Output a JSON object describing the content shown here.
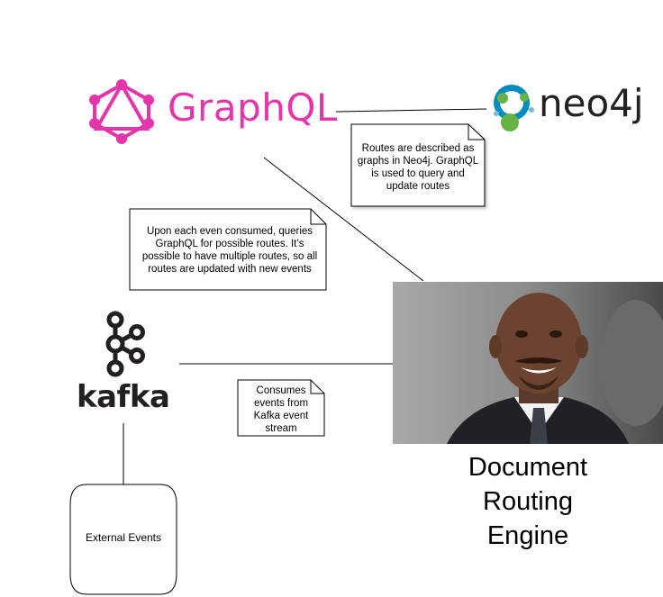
{
  "logos": {
    "graphql": "GraphQL",
    "neo4j": "neo4j",
    "kafka": "kafka"
  },
  "notes": {
    "neo4j_note": "Routes are described as graphs in Neo4j. GraphQL is used to query and update routes",
    "graphql_note": "Upon each even consumed, queries GraphQL for possible routes. It’s possible to have multiple routes, so all routes are updated with new events",
    "kafka_note": "Consumes events from Kafka event stream"
  },
  "engine": {
    "label": "Document\nRouting\nEngine"
  },
  "external": {
    "label": "External Events"
  },
  "colors": {
    "graphql_pink": "#e535ab",
    "neo4j_blue": "#008cc1",
    "neo4j_green": "#66b245",
    "kafka_black": "#231f20"
  },
  "icons": {
    "graphql": "graphql-logo-icon",
    "neo4j": "neo4j-logo-icon",
    "kafka": "kafka-logo-icon"
  }
}
